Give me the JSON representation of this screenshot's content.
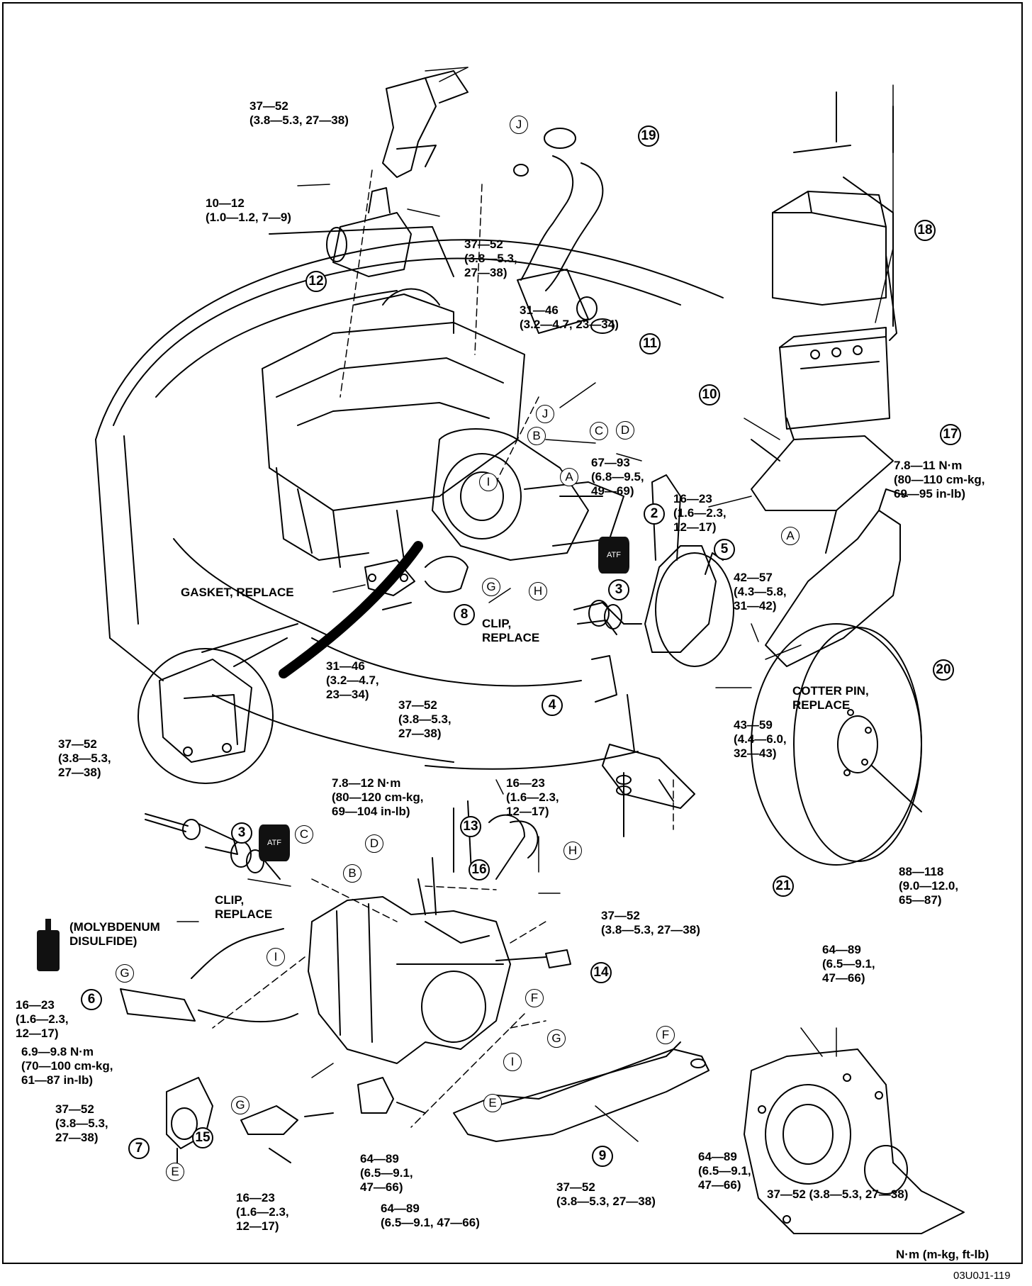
{
  "callouts": {
    "c2": "2",
    "c3a": "3",
    "c3b": "3",
    "c4": "4",
    "c5": "5",
    "c6": "6",
    "c7": "7",
    "c8": "8",
    "c9": "9",
    "c10": "10",
    "c11": "11",
    "c12": "12",
    "c13": "13",
    "c14": "14",
    "c15": "15",
    "c16": "16",
    "c17": "17",
    "c18": "18",
    "c19": "19",
    "c20": "20",
    "c21": "21"
  },
  "letters": {
    "A1": "A",
    "A2": "A",
    "B1": "B",
    "B2": "B",
    "C1": "C",
    "C2": "C",
    "D1": "D",
    "D2": "D",
    "E1": "E",
    "E2": "E",
    "F1": "F",
    "F2": "F",
    "G1": "G",
    "G2": "G",
    "G3": "G",
    "G4": "G",
    "H1": "H",
    "H2": "H",
    "I1": "I",
    "I2": "I",
    "I3": "I",
    "J1": "J",
    "J2": "J"
  },
  "torque": {
    "t1": "37—52\n(3.8—5.3, 27—38)",
    "t2": "10—12\n(1.0—1.2, 7—9)",
    "t3": "37—52\n(3.8—5.3,\n27—38)",
    "t4": "31—46\n(3.2—4.7, 23—34)",
    "t5": "67—93\n(6.8—9.5,\n49—69)",
    "t6": "16—23\n(1.6—2.3,\n12—17)",
    "t7": "7.8—11 N·m\n(80—110 cm-kg,\n69—95 in-lb)",
    "t8": "42—57\n(4.3—5.8,\n31—42)",
    "t9": "31—46\n(3.2—4.7,\n23—34)",
    "t10": "37—52\n(3.8—5.3,\n27—38)",
    "t11": "37—52\n(3.8—5.3,\n27—38)",
    "t12": "43—59\n(4.4—6.0,\n32—43)",
    "t13": "7.8—12 N·m\n(80—120 cm-kg,\n69—104 in-lb)",
    "t14": "16—23\n(1.6—2.3,\n12—17)",
    "t15": "88—118\n(9.0—12.0,\n65—87)",
    "t16": "37—52\n(3.8—5.3, 27—38)",
    "t17": "64—89\n(6.5—9.1,\n47—66)",
    "t18": "16—23\n(1.6—2.3,\n12—17)",
    "t19": "6.9—9.8 N·m\n(70—100 cm-kg,\n61—87 in-lb)",
    "t20": "37—52\n(3.8—5.3,\n27—38)",
    "t21": "64—89\n(6.5—9.1,\n47—66)",
    "t22": "16—23\n(1.6—2.3,\n12—17)",
    "t23": "64—89\n(6.5—9.1, 47—66)",
    "t24": "37—52\n(3.8—5.3, 27—38)",
    "t25": "64—89\n(6.5—9.1,\n47—66)",
    "t26": "37—52 (3.8—5.3, 27—38)"
  },
  "notes": {
    "gasket": "GASKET, REPLACE",
    "clip1": "CLIP,\nREPLACE",
    "clip2": "CLIP,\nREPLACE",
    "cotter": "COTTER PIN,\nREPLACE",
    "moly": "(MOLYBDENUM\nDISULFIDE)",
    "units": "N·m (m-kg, ft-lb)",
    "figure_code": "03U0J1-119",
    "atf1": "ATF",
    "atf2": "ATF"
  }
}
